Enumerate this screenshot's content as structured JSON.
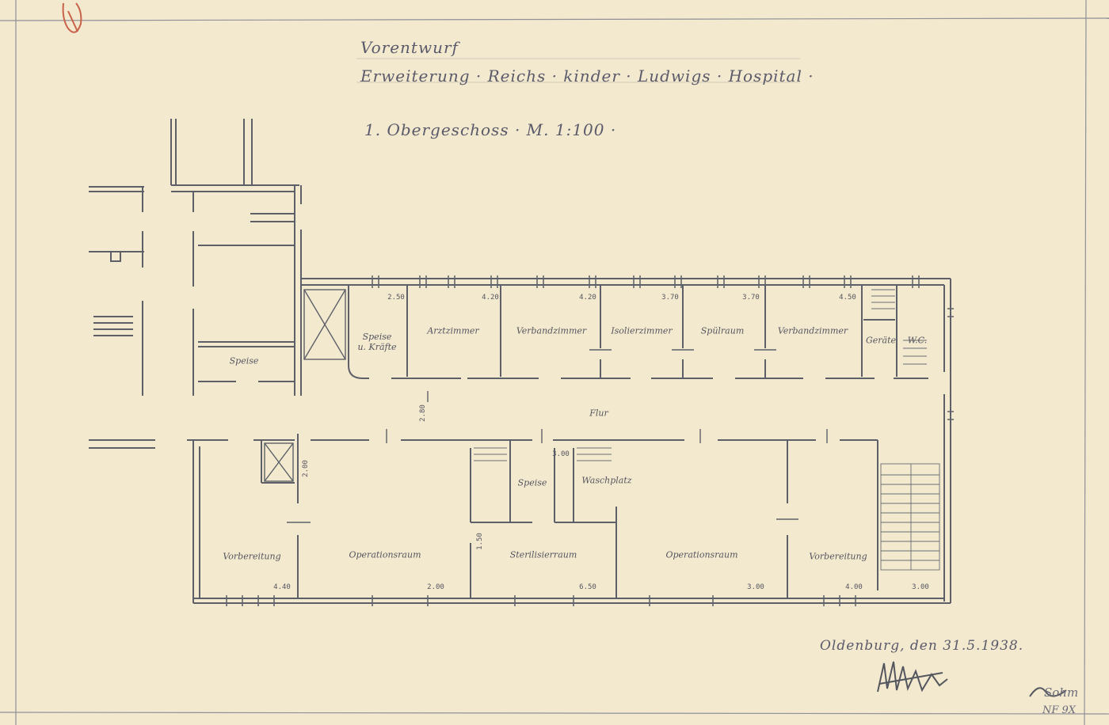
{
  "header": {
    "line1": "Vorentwurf",
    "line2": "Erweiterung · Reichs · kinder · Ludwigs · Hospital ·",
    "line3": "1. Obergeschoss · M. 1:100 ·"
  },
  "rooms": {
    "upper_row": [
      {
        "label": "Speise\nu. Kräfte"
      },
      {
        "label": "Arztzimmer"
      },
      {
        "label": "Verbandzimmer"
      },
      {
        "label": "Isolierzimmer"
      },
      {
        "label": "Spülraum"
      },
      {
        "label": "Verbandzimmer"
      },
      {
        "label": "Geräte"
      },
      {
        "label": "W.C."
      }
    ],
    "corridor": "Flur",
    "left_wing": "Speise",
    "lower_row": [
      {
        "label": "Vorbereitung"
      },
      {
        "label": "Operationsraum"
      },
      {
        "label": "Sterilisierraum"
      },
      {
        "label": "Operationsraum"
      },
      {
        "label": "Vorbereitung"
      },
      {
        "label": "Speise"
      },
      {
        "label": "Waschplatz"
      }
    ]
  },
  "dimensions": {
    "upper": [
      "2.50",
      "4.20",
      "4.20",
      "3.70",
      "3.70",
      "4.50"
    ],
    "lower": [
      "4.40",
      "2.00",
      "6.50",
      "3.00",
      "4.00",
      "3.00"
    ],
    "corridor_width": "2.80",
    "small": [
      "3.00",
      "2.00",
      "1.50"
    ]
  },
  "footer": {
    "place_date": "Oldenburg, den 31.5.1938.",
    "ref_line1": "Sohm",
    "ref_line2": "NF 9X"
  },
  "colors": {
    "paper": "#f3e9cf",
    "pencil": "#5d6068",
    "border": "#8f9098"
  }
}
